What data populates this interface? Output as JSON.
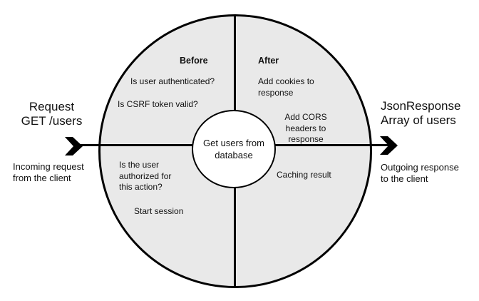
{
  "colors": {
    "quadrant_fill": "#e9e9e9",
    "line": "#000000",
    "background": "#ffffff"
  },
  "request_side": {
    "label": "Request\nGET /users",
    "caption": "Incoming request\nfrom the client",
    "arrow_icon": "incoming-arrow-icon"
  },
  "response_side": {
    "label": "JsonResponse\nArray of users",
    "caption": "Outgoing response\nto the client",
    "arrow_icon": "outgoing-arrow-icon"
  },
  "quadrants": {
    "top_left": {
      "title": "Before",
      "items": [
        "Is user authenticated?",
        "Is CSRF token valid?"
      ]
    },
    "top_right": {
      "title": "After",
      "items": [
        "Add cookies to\nresponse",
        "Add CORS\nheaders to\nresponse"
      ]
    },
    "bottom_left": {
      "items": [
        "Is the user\nauthorized for\nthis action?",
        "Start session"
      ]
    },
    "bottom_right": {
      "items": [
        "Caching result"
      ]
    }
  },
  "center": {
    "label": "Get users\nfrom database"
  }
}
